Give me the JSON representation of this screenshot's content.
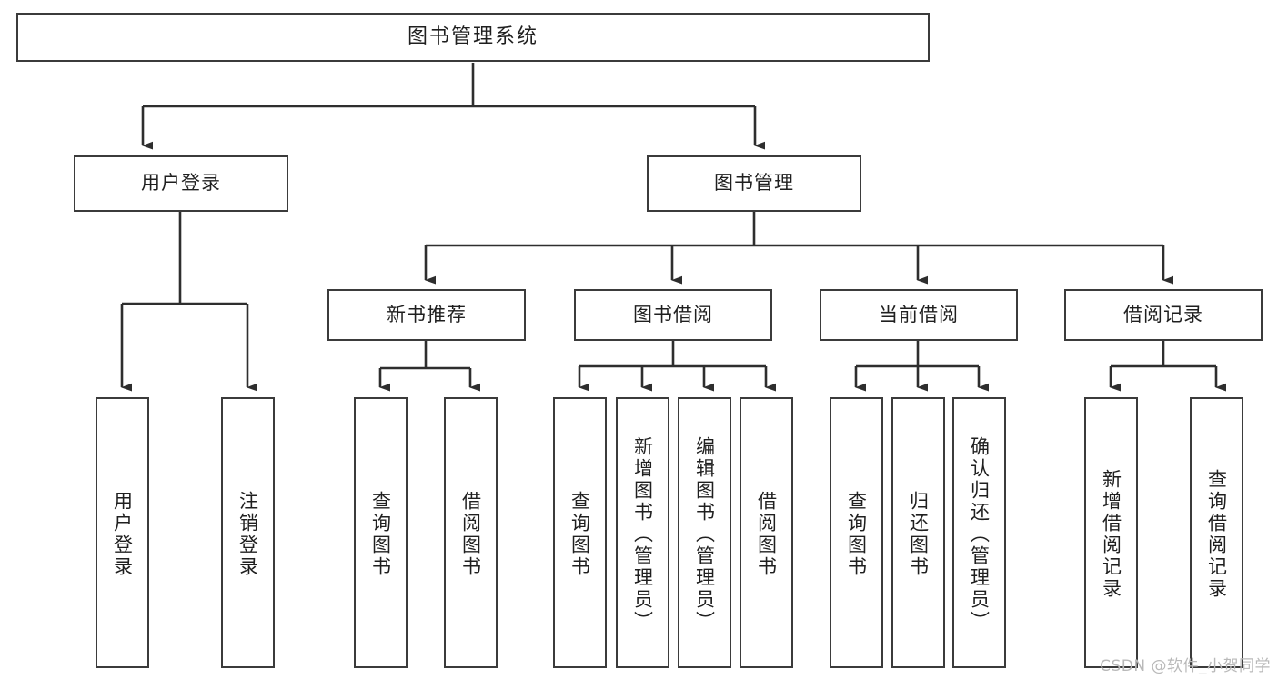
{
  "diagram": {
    "title": "图书管理系统",
    "type": "hierarchy-tree",
    "watermark": "CSDN @软件_小贺同学",
    "colors": {
      "stroke": "#3b3b3b",
      "background": "#ffffff",
      "text": "#1f1f1f",
      "watermark": "#b9b9b9"
    },
    "nodes": {
      "root": {
        "label": "图书管理系统",
        "orientation": "horizontal"
      },
      "level1": [
        {
          "id": "user-login",
          "label": "用户登录",
          "orientation": "horizontal"
        },
        {
          "id": "book-manage",
          "label": "图书管理",
          "orientation": "horizontal"
        }
      ],
      "level2": [
        {
          "id": "new-book-recommend",
          "label": "新书推荐",
          "orientation": "horizontal"
        },
        {
          "id": "book-borrow",
          "label": "图书借阅",
          "orientation": "horizontal"
        },
        {
          "id": "current-borrow",
          "label": "当前借阅",
          "orientation": "horizontal"
        },
        {
          "id": "borrow-record",
          "label": "借阅记录",
          "orientation": "horizontal"
        }
      ],
      "leaves": [
        {
          "id": "leaf-user-login",
          "label": "用户登录",
          "parent": "user-login",
          "orientation": "vertical"
        },
        {
          "id": "leaf-user-logout",
          "label": "注销登录",
          "parent": "user-login",
          "orientation": "vertical"
        },
        {
          "id": "leaf-query-book-1",
          "label": "查询图书",
          "parent": "new-book-recommend",
          "orientation": "vertical"
        },
        {
          "id": "leaf-borrow-book-1",
          "label": "借阅图书",
          "parent": "new-book-recommend",
          "orientation": "vertical"
        },
        {
          "id": "leaf-query-book-2",
          "label": "查询图书",
          "parent": "book-borrow",
          "orientation": "vertical"
        },
        {
          "id": "leaf-add-book",
          "label": "新增图书（管理员）",
          "parent": "book-borrow",
          "orientation": "vertical"
        },
        {
          "id": "leaf-edit-book",
          "label": "编辑图书（管理员）",
          "parent": "book-borrow",
          "orientation": "vertical"
        },
        {
          "id": "leaf-borrow-book-2",
          "label": "借阅图书",
          "parent": "book-borrow",
          "orientation": "vertical"
        },
        {
          "id": "leaf-query-book-3",
          "label": "查询图书",
          "parent": "current-borrow",
          "orientation": "vertical"
        },
        {
          "id": "leaf-return-book",
          "label": "归还图书",
          "parent": "current-borrow",
          "orientation": "vertical"
        },
        {
          "id": "leaf-confirm-return",
          "label": "确认归还（管理员）",
          "parent": "current-borrow",
          "orientation": "vertical"
        },
        {
          "id": "leaf-add-record",
          "label": "新增借阅记录",
          "parent": "borrow-record",
          "orientation": "vertical"
        },
        {
          "id": "leaf-query-record",
          "label": "查询借阅记录",
          "parent": "borrow-record",
          "orientation": "vertical"
        }
      ]
    }
  }
}
